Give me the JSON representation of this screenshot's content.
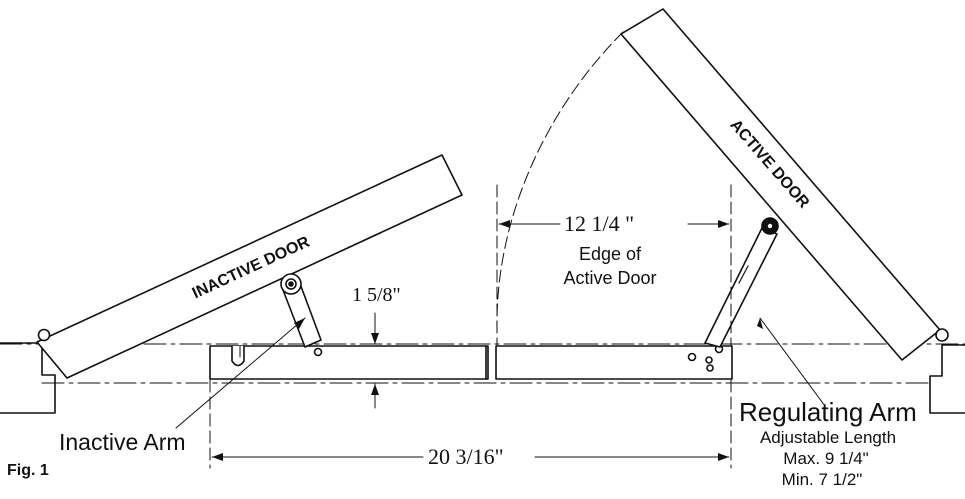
{
  "labels": {
    "inactive_door": "INACTIVE DOOR",
    "active_door": "ACTIVE DOOR",
    "inactive_arm": "Inactive Arm",
    "regulating_arm": "Regulating Arm",
    "adjustable_length": "Adjustable Length",
    "max": "Max. 9 1/4\"",
    "min": "Min. 7 1/2\"",
    "edge_line1": "Edge of",
    "edge_line2": "Active Door",
    "figure": "Fig. 1"
  },
  "dimensions": {
    "top_offset": "1 5/8\"",
    "edge_width": "12 1/4 \"",
    "overall_width": "20 3/16\""
  }
}
